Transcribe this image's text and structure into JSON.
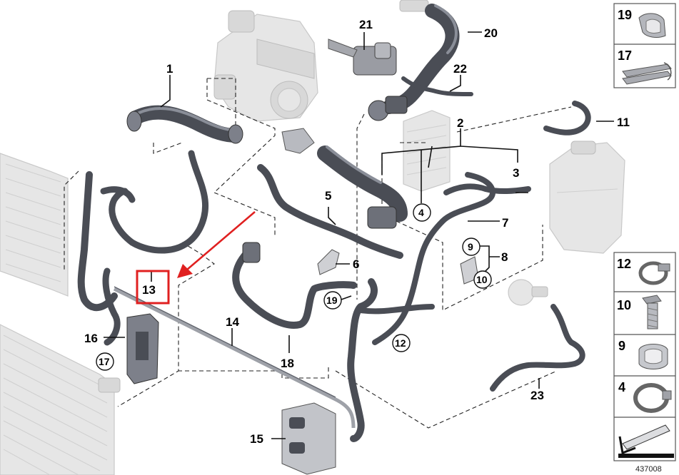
{
  "callouts": [
    {
      "id": "c1",
      "text": "1"
    },
    {
      "id": "c2",
      "text": "2"
    },
    {
      "id": "c3",
      "text": "3"
    },
    {
      "id": "c4",
      "text": "4"
    },
    {
      "id": "c5",
      "text": "5"
    },
    {
      "id": "c6",
      "text": "6"
    },
    {
      "id": "c7",
      "text": "7"
    },
    {
      "id": "c8",
      "text": "8"
    },
    {
      "id": "c9",
      "text": "9"
    },
    {
      "id": "c10",
      "text": "10"
    },
    {
      "id": "c11",
      "text": "11"
    },
    {
      "id": "c12",
      "text": "12"
    },
    {
      "id": "c13",
      "text": "13"
    },
    {
      "id": "c14",
      "text": "14"
    },
    {
      "id": "c15",
      "text": "15"
    },
    {
      "id": "c16",
      "text": "16"
    },
    {
      "id": "c17",
      "text": "17"
    },
    {
      "id": "c18",
      "text": "18"
    },
    {
      "id": "c19",
      "text": "19"
    },
    {
      "id": "c20",
      "text": "20"
    },
    {
      "id": "c21",
      "text": "21"
    },
    {
      "id": "c22",
      "text": "22"
    },
    {
      "id": "c23",
      "text": "23"
    }
  ],
  "legend_top": [
    {
      "label": "19",
      "icon": "clamp-clip-icon"
    },
    {
      "label": "17",
      "icon": "strap-band-icon"
    }
  ],
  "legend_bottom": [
    {
      "label": "12",
      "icon": "hose-clamp-icon"
    },
    {
      "label": "10",
      "icon": "bolt-icon"
    },
    {
      "label": "9",
      "icon": "clip-icon"
    },
    {
      "label": "4",
      "icon": "band-clamp-icon"
    }
  ],
  "highlight": {
    "label": "13",
    "color": "#e02020"
  },
  "reference_number": "437008",
  "colors": {
    "hose": "#4a4d55",
    "highlight": "#e02020",
    "ghost": "#e6e6e6"
  }
}
